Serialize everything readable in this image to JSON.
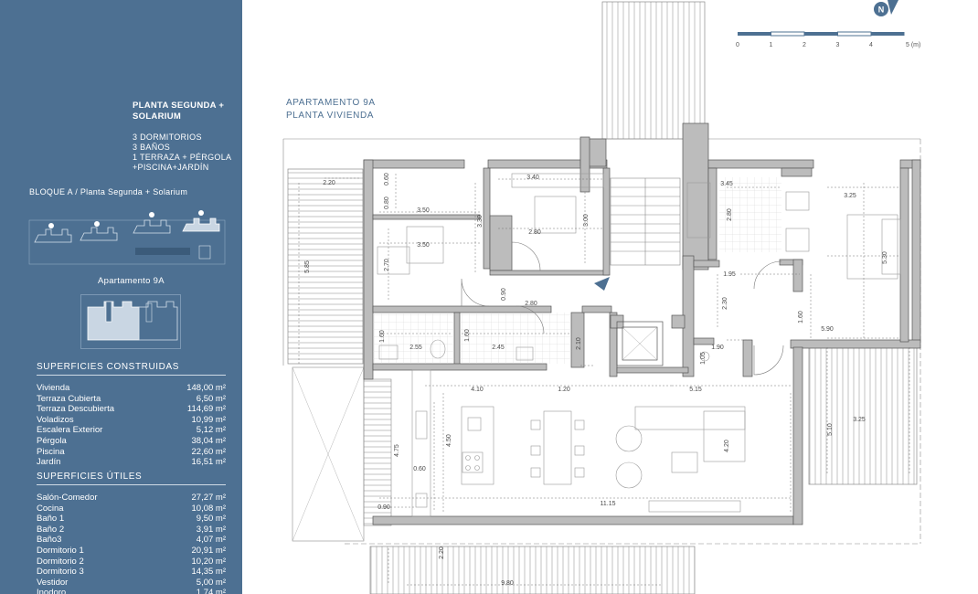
{
  "sidebar": {
    "heading": [
      "PLANTA SEGUNDA +",
      "SOLARIUM"
    ],
    "features": [
      "3 DORMITORIOS",
      "3 BAÑOS",
      "1 TERRAZA + PÉRGOLA",
      "+PISCINA+JARDÍN"
    ],
    "block_label": "BLOQUE A / Planta Segunda + Solarium",
    "apartment_label": "Apartamento 9A",
    "built_title": "SUPERFICIES CONSTRUIDAS",
    "built": [
      {
        "name": "Vivienda",
        "value": "148,00 m²"
      },
      {
        "name": "Terraza Cubierta",
        "value": "6,50 m²"
      },
      {
        "name": "Terraza Descubierta",
        "value": "114,69 m²"
      },
      {
        "name": "Voladizos",
        "value": "10,99 m²"
      },
      {
        "name": "Escalera Exterior",
        "value": "5,12 m²"
      },
      {
        "name": "Pérgola",
        "value": "38,04 m²"
      },
      {
        "name": "Piscina",
        "value": "22,60 m²"
      },
      {
        "name": "Jardín",
        "value": "16,51 m²"
      }
    ],
    "useful_title": "SUPERFICIES ÚTILES",
    "useful": [
      {
        "name": "Salón-Comedor",
        "value": "27,27 m²"
      },
      {
        "name": "Cocina",
        "value": "10,08 m²"
      },
      {
        "name": "Baño 1",
        "value": "9,50 m²"
      },
      {
        "name": "Baño 2",
        "value": "3,91 m²"
      },
      {
        "name": "Baño3",
        "value": "4,07 m²"
      },
      {
        "name": "Dormitorio 1",
        "value": "20,91 m²"
      },
      {
        "name": "Dormitorio 2",
        "value": "10,20 m²"
      },
      {
        "name": "Dormitorio 3",
        "value": "14,35 m²"
      },
      {
        "name": "Vestidor",
        "value": "5,00 m²"
      },
      {
        "name": "Inodoro",
        "value": "1,74 m²"
      }
    ]
  },
  "plan": {
    "title": "APARTAMENTO 9A",
    "subtitle": "PLANTA VIVIENDA",
    "compass_label": "N",
    "scale": {
      "ticks": [
        "0",
        "1",
        "2",
        "3",
        "4",
        "5 (m)"
      ]
    },
    "dimensions": [
      "0.60",
      "3.40",
      "3.45",
      "3.25",
      "0.80",
      "3.50",
      "3.30",
      "3.00",
      "2.80",
      "3.50",
      "2.80",
      "1.95",
      "5.30",
      "2.70",
      "0.90",
      "2.80",
      "2.30",
      "1.60",
      "5.90",
      "1.60",
      "2.55",
      "1.60",
      "2.45",
      "2.10",
      "1.90",
      "1.05",
      "4.10",
      "1.20",
      "5.15",
      "4.50",
      "4.75",
      "0.60",
      "4.20",
      "5.10",
      "3.25",
      "11.15",
      "0.90",
      "2.20",
      "9.80",
      "2.20",
      "5.85"
    ]
  },
  "colors": {
    "sidebar": "#4d7092",
    "accent": "#4d7092",
    "wall": "#bcbcbc"
  }
}
